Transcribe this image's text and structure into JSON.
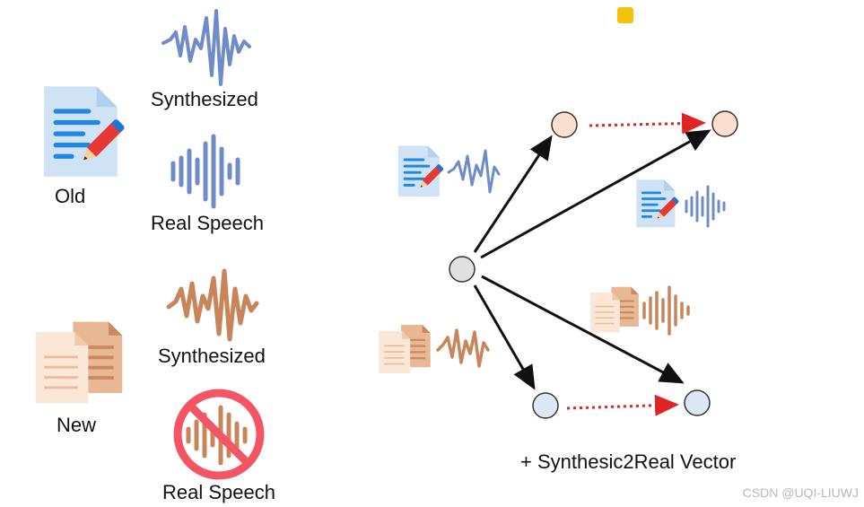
{
  "left_panel": {
    "old_label": "Old",
    "new_label": "New",
    "old_synth_label": "Synthesized",
    "old_real_label": "Real Speech",
    "new_synth_label": "Synthesized",
    "new_real_label": "Real Speech"
  },
  "right_panel": {
    "caption": "+ Synthesic2Real Vector"
  },
  "watermark": "CSDN @UQI-LIUWJ",
  "colors": {
    "blue_wave": "#6f8cc8",
    "orange_wave": "#c8855a",
    "blue_doc": "#cfe3f5",
    "orange_doc": "#f2d8c2",
    "forbid": "#f25563",
    "node_gray": "#e0e0e0",
    "node_peach": "#fbe0cf",
    "node_blue": "#dde8f5",
    "arrow_red": "#e02424"
  },
  "icons": [
    "document-pen-icon",
    "wave-icon",
    "bars-wave-icon",
    "documents-icon",
    "forbidden-icon",
    "note-icon"
  ]
}
